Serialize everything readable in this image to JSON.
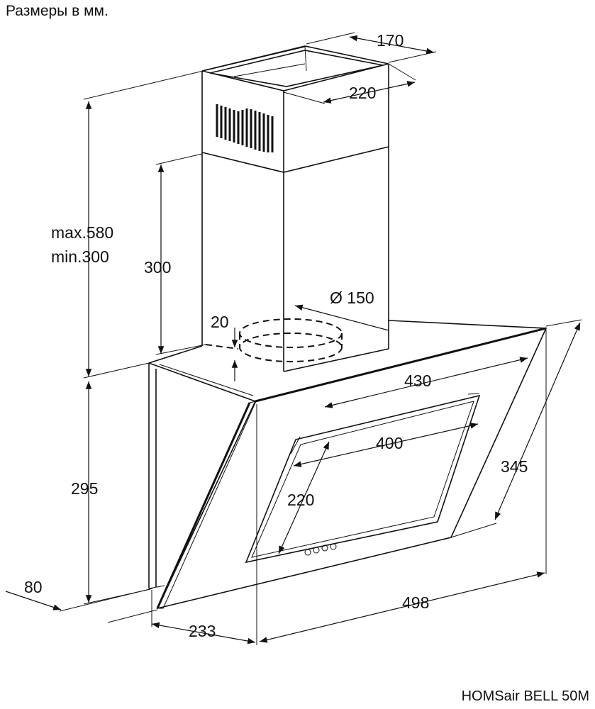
{
  "header": {
    "units_note": "Размеры в мм."
  },
  "footer": {
    "model": "HOMSair BELL 50M"
  },
  "dimensions": {
    "chimney_depth": "170",
    "chimney_width": "220",
    "height_max": "max.580",
    "height_min": "min.300",
    "chimney_lower": "300",
    "duct_offset": "20",
    "duct_diameter": "Ø 150",
    "glass_width": "430",
    "window_width": "400",
    "window_height": "220",
    "side_length": "345",
    "body_height": "295",
    "front_depth": "80",
    "total_depth": "498",
    "bottom_depth": "233"
  }
}
